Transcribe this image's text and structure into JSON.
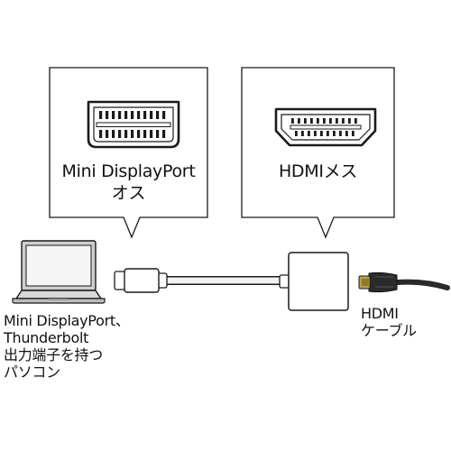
{
  "callouts": {
    "left": {
      "line1": "Mini DisplayPort",
      "line2": "オス"
    },
    "right": {
      "line1": "HDMIメス"
    }
  },
  "labels": {
    "computer": [
      "Mini DisplayPort、",
      "Thunderbolt",
      "出力端子を持つ",
      "パソコン"
    ],
    "cable": [
      "HDMI",
      "ケーブル"
    ]
  },
  "colors": {
    "outline": "#1a1a1a",
    "laptop_body": "#c9c9cb",
    "laptop_screen": "#f4f4f4",
    "hdmi_plug_gold": "#b7a042",
    "hdmi_plug_body": "#2a2a2a"
  }
}
